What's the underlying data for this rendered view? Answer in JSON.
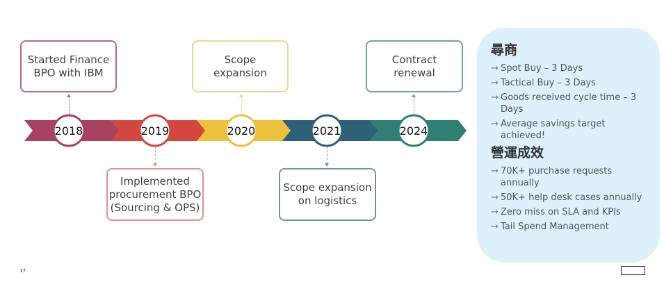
{
  "timeline": {
    "milestones": [
      {
        "year": "2018",
        "label": "Started Finance\nBPO with IBM",
        "position": "above",
        "color": "#a84260",
        "box_color": "#b36a84"
      },
      {
        "year": "2019",
        "label": "Implemented\nprocurement BPO\n(Sourcing & OPS)",
        "position": "below",
        "color": "#d4473e",
        "box_color": "#d9968c"
      },
      {
        "year": "2020",
        "label": "Scope\nexpansion",
        "position": "above",
        "color": "#ecc13c",
        "box_color": "#ecd591"
      },
      {
        "year": "2021",
        "label": "Scope expansion\non logistics",
        "position": "below",
        "color": "#2e6178",
        "box_color": "#6c93a6"
      },
      {
        "year": "2024",
        "label": "Contract\nrenewal",
        "position": "above",
        "color": "#2f7f75",
        "box_color": "#6ea39d"
      }
    ]
  },
  "panel": {
    "section1": {
      "title": "尋商",
      "items": [
        "Spot Buy – 3 Days",
        "Tactical Buy – 3 Days",
        "Goods received cycle time – 3 Days",
        "Average savings target achieved!"
      ]
    },
    "section2": {
      "title": "營運成效",
      "items": [
        "70K+ purchase requests annually",
        "50K+ help desk cases annually",
        "Zero miss on SLA and KPIs",
        "Tail Spend Management"
      ]
    },
    "bullet_glyph": "→"
  },
  "footer": {
    "page_number": "17"
  }
}
